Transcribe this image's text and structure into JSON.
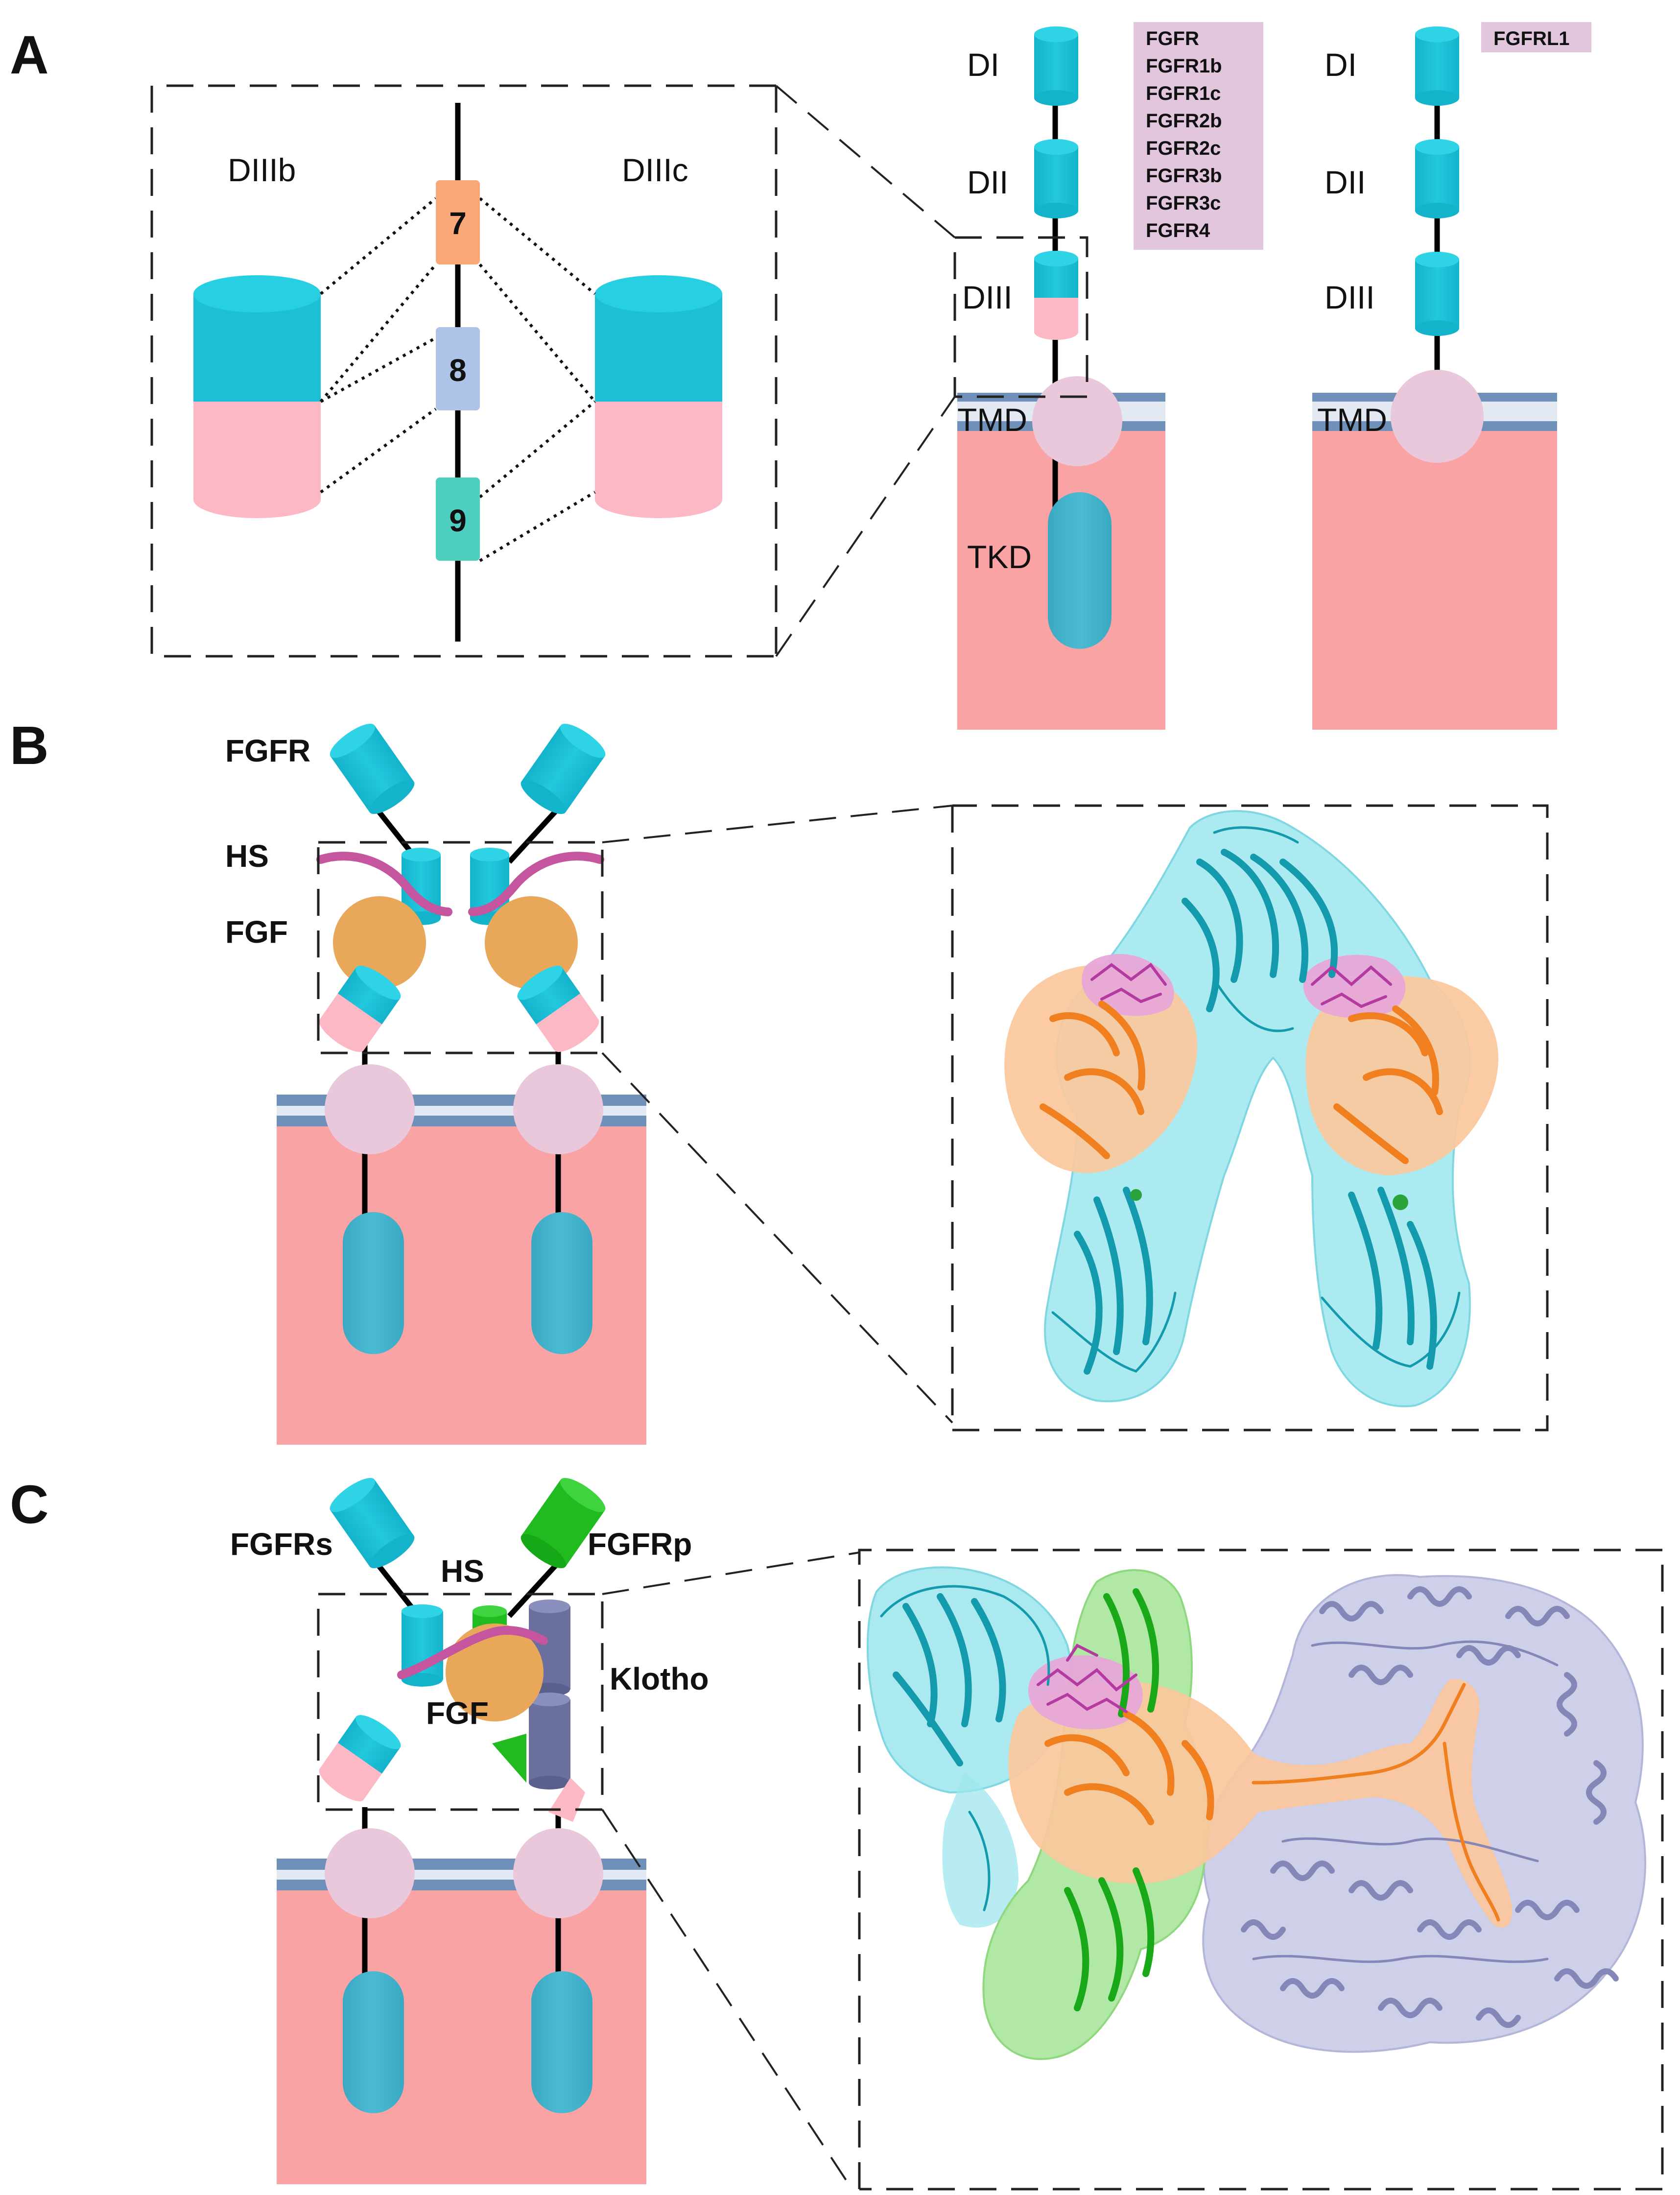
{
  "panels": {
    "a": "A",
    "b": "B",
    "c": "C"
  },
  "panel_a": {
    "inset_left": "DIIIb",
    "inset_right": "DIIIc",
    "exons": [
      "7",
      "8",
      "9"
    ],
    "domain_labels": [
      "DI",
      "DII",
      "DIII",
      "TMD",
      "TKD"
    ],
    "right_domain_labels": [
      "DI",
      "DII",
      "DIII",
      "TMD"
    ],
    "fgfr_isoforms": [
      "FGFR",
      "FGFR1b",
      "FGFR1c",
      "FGFR2b",
      "FGFR2c",
      "FGFR3b",
      "FGFR3c",
      "FGFR4"
    ],
    "fgfrl_isoform": "FGFRL1"
  },
  "panel_b": {
    "fgfr": "FGFR",
    "hs": "HS",
    "fgf": "FGF"
  },
  "panel_c": {
    "fgfrs": "FGFRs",
    "hs": "HS",
    "fgfrp": "FGFRp",
    "klotho": "Klotho",
    "fgf": "FGF"
  },
  "colors": {
    "receptor_cyan": "#1cbfd6",
    "receptor_cyan_top": "#27cfe3",
    "pink_domain": "#fcb8c4",
    "membrane_blue": "#6f90b8",
    "membrane_light": "#e2e9f2",
    "cytoplasm": "#f9a3a5",
    "tmd_circle": "#eac8dc",
    "tkd": "#46b7cf",
    "exon7": "#f9a87a",
    "exon8": "#adc3e8",
    "exon9": "#4fcfbf",
    "isoform_box": "#e2c6de",
    "fgf_orange": "#e9a75a",
    "hs_magenta": "#c4559e",
    "fgfrp_green": "#22c322",
    "klotho_slate": "#6b6f9e",
    "surface_cyan": "#9ee6ee",
    "surface_orange": "#fbc89c",
    "surface_green": "#a9e59b",
    "surface_lavender": "#c9cae6"
  }
}
